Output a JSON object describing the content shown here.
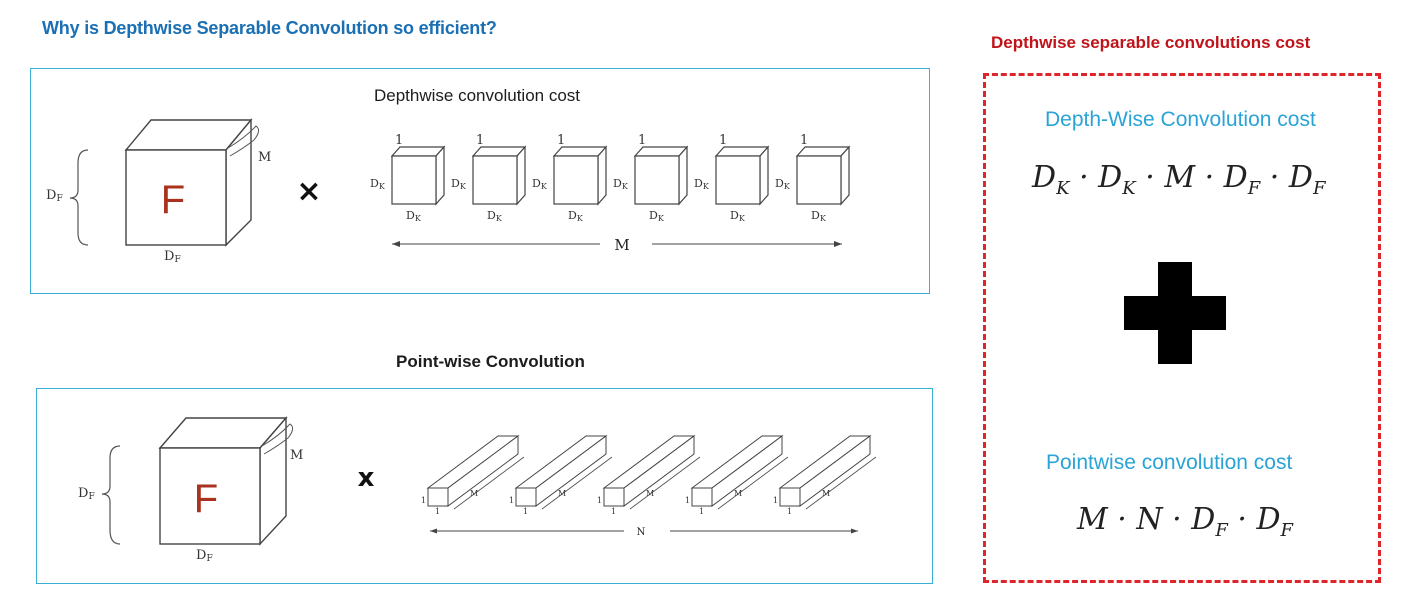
{
  "title": "Why is Depthwise Separable Convolution so efficient?",
  "depthwise_panel": {
    "heading": "Depthwise convolution cost",
    "input_label": "F",
    "input_side": "D",
    "input_side_sub": "F",
    "input_depth": "M",
    "kernel_one": "1",
    "kernel_side": "D",
    "kernel_side_sub": "K",
    "count_label": "M",
    "times": "×"
  },
  "pointwise_panel": {
    "heading": "Point-wise Convolution",
    "input_label": "F",
    "input_side": "D",
    "input_side_sub": "F",
    "input_depth": "M",
    "kernel_one": "1",
    "kernel_depth": "M",
    "count_label": "N",
    "times": "x"
  },
  "cost_panel": {
    "title": "Depthwise separable convolutions cost",
    "depthwise_label": "Depth-Wise Convolution cost",
    "depthwise_formula": "D_K · D_K · M · D_F · D_F",
    "plus": "+",
    "pointwise_label": "Pointwise convolution cost",
    "pointwise_formula": "M · N · D_F · D_F"
  },
  "colors": {
    "title": "#1b6fb3",
    "panel_border": "#3aaed8",
    "cost_title": "#c0141a",
    "dashed_border": "#e0252a",
    "label_blue": "#2aa3d6",
    "f_letter": "#a8321e"
  }
}
